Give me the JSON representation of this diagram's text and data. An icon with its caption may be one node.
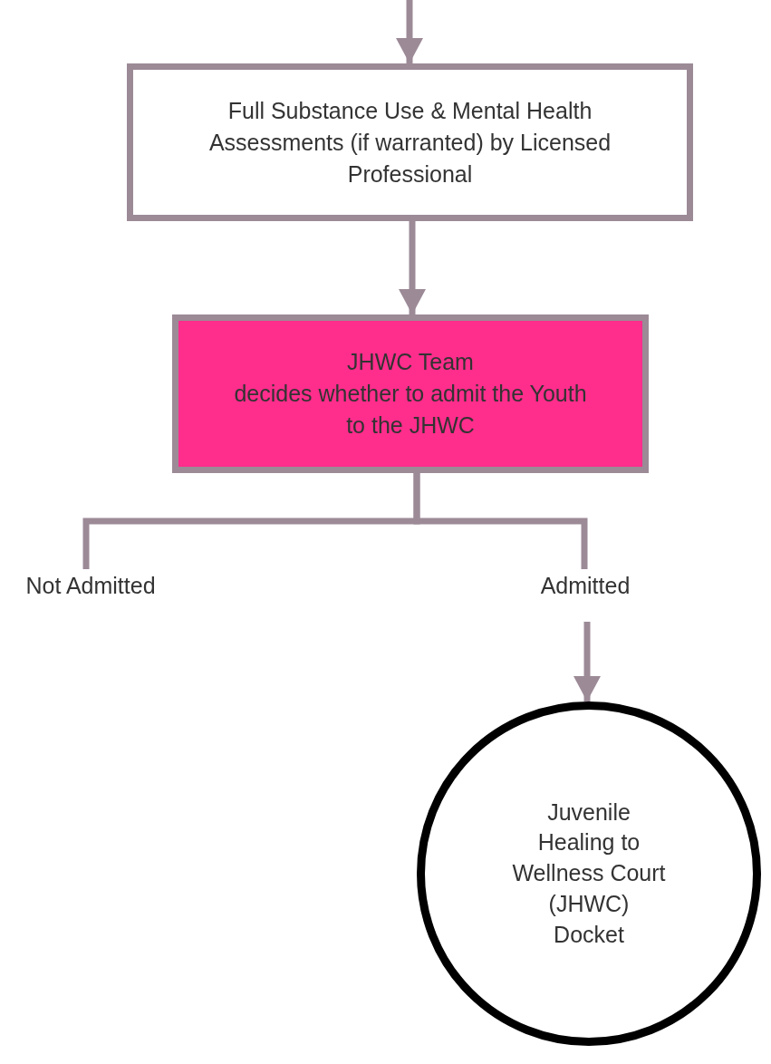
{
  "diagram": {
    "nodes": [
      {
        "text": [
          "Full Substance Use & Mental Health Assessments (if warranted) by Licensed Professional"
        ]
      },
      {
        "text": [
          "JHWC Team",
          "decides whether to admit the Youth to the JHWC"
        ]
      },
      {
        "text": [
          "Not Admitted"
        ]
      },
      {
        "text": [
          "Admitted"
        ]
      },
      {
        "text": [
          "Juvenile Healing to Wellness Court (JHWC) Docket"
        ]
      }
    ],
    "edges": [
      {
        "from": null,
        "to": 0,
        "arrow": "to"
      },
      {
        "from": 0,
        "to": 1,
        "arrow": "to"
      },
      {
        "from": 1,
        "to": 2,
        "arrow": "none"
      },
      {
        "from": 1,
        "to": 3,
        "arrow": "none"
      },
      {
        "from": 3,
        "to": 4,
        "arrow": "to"
      }
    ]
  }
}
